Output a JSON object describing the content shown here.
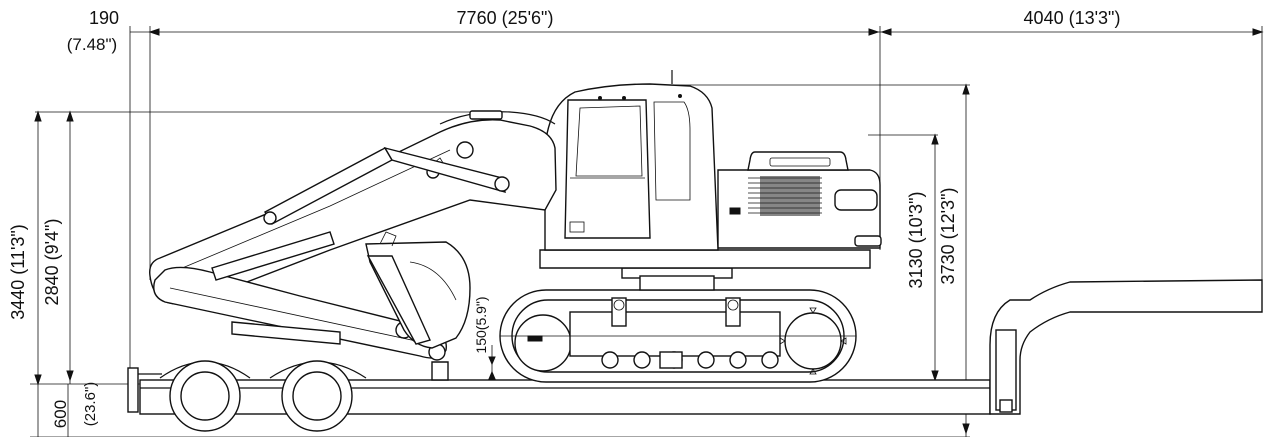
{
  "dimensions": {
    "front_overhang_mm": "190",
    "front_overhang_in": "(7.48\")",
    "machine_length": "7760 (25'6\")",
    "rear_gap": "4040 (13'3\")",
    "boom_height": "3440 (11'3\")",
    "stick_height": "2840 (9'4\")",
    "cab_height": "3130 (10'3\")",
    "overall_height": "3730 (12'3\")",
    "deck_height_mm": "600",
    "deck_height_in": "(23.6\")",
    "ground_clearance": "150(5.9\")"
  }
}
